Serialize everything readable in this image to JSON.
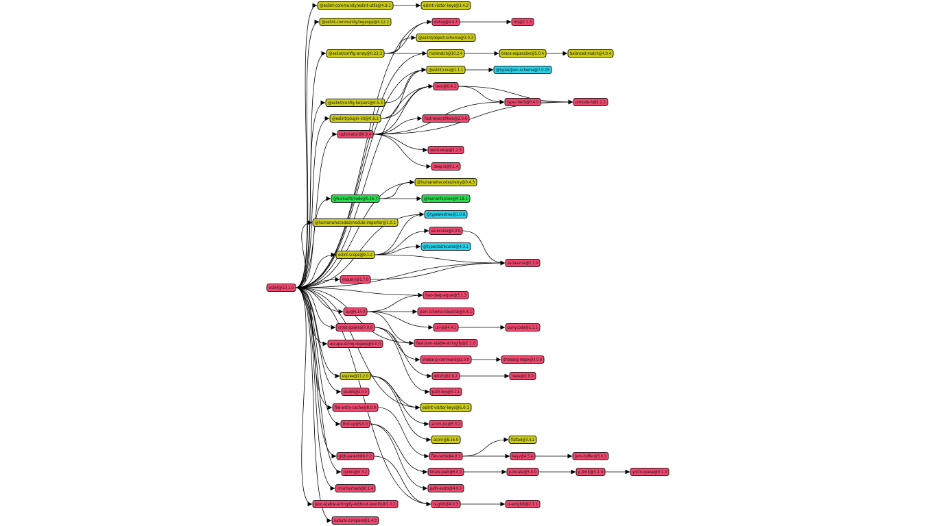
{
  "colors": {
    "red": "#f0476f",
    "yellow": "#cccc16",
    "green": "#27dd4c",
    "cyan": "#23d3ec",
    "edge": "#000000",
    "background": "#ffffff"
  },
  "nodes": [
    {
      "id": "eslint",
      "label": "eslint@10.1.0",
      "color": "red"
    },
    {
      "id": "eslint-utils",
      "label": "@eslint-community/eslint-utils@4.9.1",
      "color": "yellow"
    },
    {
      "id": "evk343",
      "label": "eslint-visitor-keys@3.4.3",
      "color": "yellow"
    },
    {
      "id": "regexpp",
      "label": "@eslint-community/regexpp@4.12.2",
      "color": "yellow"
    },
    {
      "id": "debug",
      "label": "debug@4.4.3",
      "color": "red"
    },
    {
      "id": "ms",
      "label": "ms@2.1.3",
      "color": "red"
    },
    {
      "id": "object-schema",
      "label": "@eslint/object-schema@3.0.3",
      "color": "yellow"
    },
    {
      "id": "config-array",
      "label": "@eslint/config-array@0.23.3",
      "color": "yellow"
    },
    {
      "id": "minimatch",
      "label": "minimatch@10.2.4",
      "color": "yellow"
    },
    {
      "id": "brace-expansion",
      "label": "brace-expansion@5.0.4",
      "color": "yellow"
    },
    {
      "id": "balanced-match",
      "label": "balanced-match@4.0.4",
      "color": "yellow"
    },
    {
      "id": "core",
      "label": "@eslint/core@1.1.1",
      "color": "yellow"
    },
    {
      "id": "json-schema",
      "label": "@types/json-schema@7.0.15",
      "color": "cyan"
    },
    {
      "id": "levn",
      "label": "levn@0.4.1",
      "color": "red"
    },
    {
      "id": "type-check",
      "label": "type-check@0.4.0",
      "color": "red"
    },
    {
      "id": "prelude-ls",
      "label": "prelude-ls@1.2.1",
      "color": "red"
    },
    {
      "id": "config-helpers",
      "label": "@eslint/config-helpers@0.5.3",
      "color": "yellow"
    },
    {
      "id": "plugin-kit",
      "label": "@eslint/plugin-kit@0.6.1",
      "color": "yellow"
    },
    {
      "id": "fast-levenshtein",
      "label": "fast-levenshtein@2.0.6",
      "color": "red"
    },
    {
      "id": "optionator",
      "label": "optionator@0.9.4",
      "color": "red"
    },
    {
      "id": "word-wrap",
      "label": "word-wrap@1.2.5",
      "color": "red"
    },
    {
      "id": "deep-is",
      "label": "deep-is@0.1.4",
      "color": "red"
    },
    {
      "id": "retry",
      "label": "@humanwhocodes/retry@0.4.3",
      "color": "yellow"
    },
    {
      "id": "humanfs-node",
      "label": "@humanfs/node@0.16.7",
      "color": "green"
    },
    {
      "id": "humanfs-core",
      "label": "@humanfs/core@0.19.1",
      "color": "green"
    },
    {
      "id": "module-importer",
      "label": "@humanwhocodes/module-importer@1.0.1",
      "color": "yellow"
    },
    {
      "id": "types-estree",
      "label": "@types/estree@1.0.8",
      "color": "cyan"
    },
    {
      "id": "esrecurse",
      "label": "esrecurse@4.3.0",
      "color": "red"
    },
    {
      "id": "types-esrecurse",
      "label": "@types/esrecurse@4.3.1",
      "color": "cyan"
    },
    {
      "id": "eslint-scope",
      "label": "eslint-scope@9.1.2",
      "color": "yellow"
    },
    {
      "id": "estraverse",
      "label": "estraverse@5.3.0",
      "color": "red"
    },
    {
      "id": "esquery",
      "label": "esquery@1.7.0",
      "color": "red"
    },
    {
      "id": "fast-deep-equal",
      "label": "fast-deep-equal@3.1.3",
      "color": "red"
    },
    {
      "id": "ajv",
      "label": "ajv@6.14.0",
      "color": "red"
    },
    {
      "id": "json-schema-traverse",
      "label": "json-schema-traverse@0.4.1",
      "color": "red"
    },
    {
      "id": "cross-spawn",
      "label": "cross-spawn@7.0.6",
      "color": "red"
    },
    {
      "id": "uri-js",
      "label": "uri-js@4.4.1",
      "color": "red"
    },
    {
      "id": "punycode",
      "label": "punycode@2.3.1",
      "color": "red"
    },
    {
      "id": "escape-string-regexp",
      "label": "escape-string-regexp@4.0.0",
      "color": "red"
    },
    {
      "id": "fast-json-stable-stringify",
      "label": "fast-json-stable-stringify@2.1.0",
      "color": "red"
    },
    {
      "id": "shebang-command",
      "label": "shebang-command@2.0.0",
      "color": "red"
    },
    {
      "id": "shebang-regex",
      "label": "shebang-regex@3.0.0",
      "color": "red"
    },
    {
      "id": "espree",
      "label": "espree@11.2.0",
      "color": "yellow"
    },
    {
      "id": "which",
      "label": "which@2.0.2",
      "color": "red"
    },
    {
      "id": "isexe",
      "label": "isexe@2.0.0",
      "color": "red"
    },
    {
      "id": "esutils",
      "label": "esutils@2.0.3",
      "color": "red"
    },
    {
      "id": "path-key",
      "label": "path-key@3.1.1",
      "color": "red"
    },
    {
      "id": "file-entry-cache",
      "label": "file-entry-cache@8.0.0",
      "color": "red"
    },
    {
      "id": "evk501",
      "label": "eslint-visitor-keys@5.0.1",
      "color": "yellow"
    },
    {
      "id": "find-up",
      "label": "find-up@5.0.0",
      "color": "red"
    },
    {
      "id": "acorn-jsx",
      "label": "acorn-jsx@5.3.2",
      "color": "red"
    },
    {
      "id": "acorn",
      "label": "acorn@8.16.0",
      "color": "yellow"
    },
    {
      "id": "flatted",
      "label": "flatted@3.4.2",
      "color": "yellow"
    },
    {
      "id": "flat-cache",
      "label": "flat-cache@4.0.1",
      "color": "red"
    },
    {
      "id": "keyv",
      "label": "keyv@4.5.4",
      "color": "red"
    },
    {
      "id": "json-buffer",
      "label": "json-buffer@3.0.1",
      "color": "red"
    },
    {
      "id": "glob-parent",
      "label": "glob-parent@6.0.2",
      "color": "red"
    },
    {
      "id": "locate-path",
      "label": "locate-path@6.0.0",
      "color": "red"
    },
    {
      "id": "p-locate",
      "label": "p-locate@5.0.0",
      "color": "red"
    },
    {
      "id": "p-limit",
      "label": "p-limit@3.1.0",
      "color": "red"
    },
    {
      "id": "yocto-queue",
      "label": "yocto-queue@0.1.0",
      "color": "red"
    },
    {
      "id": "ignore",
      "label": "ignore@5.3.2",
      "color": "red"
    },
    {
      "id": "imurmurhash",
      "label": "imurmurhash@0.1.4",
      "color": "red"
    },
    {
      "id": "path-exists",
      "label": "path-exists@4.0.0",
      "color": "red"
    },
    {
      "id": "json-stable-stringify",
      "label": "json-stable-stringify-without-jsonify@1.0.1",
      "color": "red"
    },
    {
      "id": "is-glob",
      "label": "is-glob@4.0.3",
      "color": "red"
    },
    {
      "id": "is-extglob",
      "label": "is-extglob@2.1.1",
      "color": "red"
    },
    {
      "id": "natural-compare",
      "label": "natural-compare@1.4.0",
      "color": "red"
    }
  ],
  "edges": [
    [
      "eslint",
      "eslint-utils"
    ],
    [
      "eslint",
      "regexpp"
    ],
    [
      "eslint",
      "config-array"
    ],
    [
      "eslint",
      "config-helpers"
    ],
    [
      "eslint",
      "plugin-kit"
    ],
    [
      "eslint",
      "optionator"
    ],
    [
      "eslint",
      "humanfs-node"
    ],
    [
      "eslint",
      "module-importer"
    ],
    [
      "eslint",
      "eslint-scope"
    ],
    [
      "eslint",
      "esquery"
    ],
    [
      "eslint",
      "ajv"
    ],
    [
      "eslint",
      "cross-spawn"
    ],
    [
      "eslint",
      "escape-string-regexp"
    ],
    [
      "eslint",
      "espree"
    ],
    [
      "eslint",
      "esutils"
    ],
    [
      "eslint",
      "file-entry-cache"
    ],
    [
      "eslint",
      "find-up"
    ],
    [
      "eslint",
      "glob-parent"
    ],
    [
      "eslint",
      "ignore"
    ],
    [
      "eslint",
      "imurmurhash"
    ],
    [
      "eslint",
      "json-stable-stringify"
    ],
    [
      "eslint",
      "natural-compare"
    ],
    [
      "eslint",
      "debug"
    ],
    [
      "eslint",
      "minimatch"
    ],
    [
      "eslint",
      "core"
    ],
    [
      "eslint",
      "levn"
    ],
    [
      "eslint",
      "retry"
    ],
    [
      "eslint",
      "types-estree"
    ],
    [
      "eslint",
      "fast-deep-equal"
    ],
    [
      "eslint",
      "estraverse"
    ],
    [
      "eslint",
      "evk501"
    ],
    [
      "eslint",
      "is-glob"
    ],
    [
      "eslint",
      "fast-json-stable-stringify"
    ],
    [
      "eslint-utils",
      "evk343"
    ],
    [
      "debug",
      "ms"
    ],
    [
      "config-array",
      "object-schema"
    ],
    [
      "config-array",
      "debug"
    ],
    [
      "config-array",
      "minimatch"
    ],
    [
      "minimatch",
      "brace-expansion"
    ],
    [
      "brace-expansion",
      "balanced-match"
    ],
    [
      "core",
      "json-schema"
    ],
    [
      "config-helpers",
      "core"
    ],
    [
      "plugin-kit",
      "core"
    ],
    [
      "plugin-kit",
      "levn"
    ],
    [
      "levn",
      "type-check"
    ],
    [
      "levn",
      "prelude-ls"
    ],
    [
      "type-check",
      "prelude-ls"
    ],
    [
      "optionator",
      "levn"
    ],
    [
      "optionator",
      "type-check"
    ],
    [
      "optionator",
      "prelude-ls"
    ],
    [
      "optionator",
      "fast-levenshtein"
    ],
    [
      "optionator",
      "word-wrap"
    ],
    [
      "optionator",
      "deep-is"
    ],
    [
      "humanfs-node",
      "retry"
    ],
    [
      "humanfs-node",
      "humanfs-core"
    ],
    [
      "eslint-scope",
      "types-estree"
    ],
    [
      "eslint-scope",
      "esrecurse"
    ],
    [
      "eslint-scope",
      "types-esrecurse"
    ],
    [
      "eslint-scope",
      "estraverse"
    ],
    [
      "esrecurse",
      "estraverse"
    ],
    [
      "esquery",
      "estraverse"
    ],
    [
      "ajv",
      "fast-deep-equal"
    ],
    [
      "ajv",
      "json-schema-traverse"
    ],
    [
      "ajv",
      "uri-js"
    ],
    [
      "ajv",
      "fast-json-stable-stringify"
    ],
    [
      "uri-js",
      "punycode"
    ],
    [
      "cross-spawn",
      "shebang-command"
    ],
    [
      "cross-spawn",
      "which"
    ],
    [
      "cross-spawn",
      "path-key"
    ],
    [
      "shebang-command",
      "shebang-regex"
    ],
    [
      "which",
      "isexe"
    ],
    [
      "espree",
      "evk501"
    ],
    [
      "espree",
      "acorn-jsx"
    ],
    [
      "espree",
      "acorn"
    ],
    [
      "file-entry-cache",
      "flat-cache"
    ],
    [
      "flat-cache",
      "flatted"
    ],
    [
      "flat-cache",
      "keyv"
    ],
    [
      "keyv",
      "json-buffer"
    ],
    [
      "find-up",
      "locate-path"
    ],
    [
      "find-up",
      "path-exists"
    ],
    [
      "locate-path",
      "p-locate"
    ],
    [
      "p-locate",
      "p-limit"
    ],
    [
      "p-limit",
      "yocto-queue"
    ],
    [
      "glob-parent",
      "is-glob"
    ],
    [
      "is-glob",
      "is-extglob"
    ]
  ]
}
